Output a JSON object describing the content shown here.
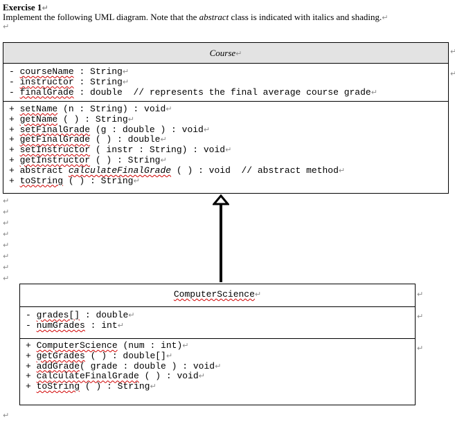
{
  "heading": "Exercise 1",
  "intro": {
    "before": "Implement the following UML diagram. Note that the ",
    "emphasis": "abstract",
    "after": " class is indicated with italics and shading."
  },
  "paragraph_mark": "↵",
  "course": {
    "name": "Course",
    "attributes": [
      {
        "vis": "-",
        "name": "courseName",
        "rest": " : String"
      },
      {
        "vis": "-",
        "name": "instructor",
        "rest": " : String"
      },
      {
        "vis": "-",
        "name": "finalGrade",
        "rest": " : double  // represents the final average course grade"
      }
    ],
    "methods": [
      {
        "prefix": "+ ",
        "name": "setName",
        "rest": " (n : String) : void"
      },
      {
        "prefix": "+ ",
        "name": "getName",
        "rest": " ( ) : String"
      },
      {
        "prefix": "+ ",
        "name": "setFinalGrade",
        "rest": " (g : double ) : void"
      },
      {
        "prefix": "+ ",
        "name": "getFinalGrade",
        "rest": " ( ) : double"
      },
      {
        "prefix": "+ ",
        "name": "setInstructor",
        "rest": " ( instr : String) : void"
      },
      {
        "prefix": "+ ",
        "name": "getInstructor",
        "rest": " ( ) : String"
      },
      {
        "prefix": "+ abstract ",
        "name": "calculateFinalGrade",
        "rest": " ( ) : void  // abstract method",
        "italic": true
      },
      {
        "prefix": "+ ",
        "name": "toString",
        "rest": " ( ) : String"
      }
    ]
  },
  "computer_science": {
    "name": "ComputerScience",
    "attributes": [
      {
        "vis": "-",
        "name": "grades[]",
        "rest": " : double"
      },
      {
        "vis": "-",
        "name": "numGrades",
        "rest": " : int"
      }
    ],
    "methods": [
      {
        "prefix": "+ ",
        "name": "ComputerScience",
        "rest": " (num : int)"
      },
      {
        "prefix": "+ ",
        "name": "getGrades",
        "rest": " ( ) : double[]"
      },
      {
        "prefix": "+ ",
        "name": "addGrade",
        "rest": "( grade : double ) : void"
      },
      {
        "prefix": "+ ",
        "name": "calculateFinalGrade",
        "rest": " ( ) : void"
      },
      {
        "prefix": "+ ",
        "name": "toString",
        "rest": " ( ) : String"
      }
    ]
  }
}
